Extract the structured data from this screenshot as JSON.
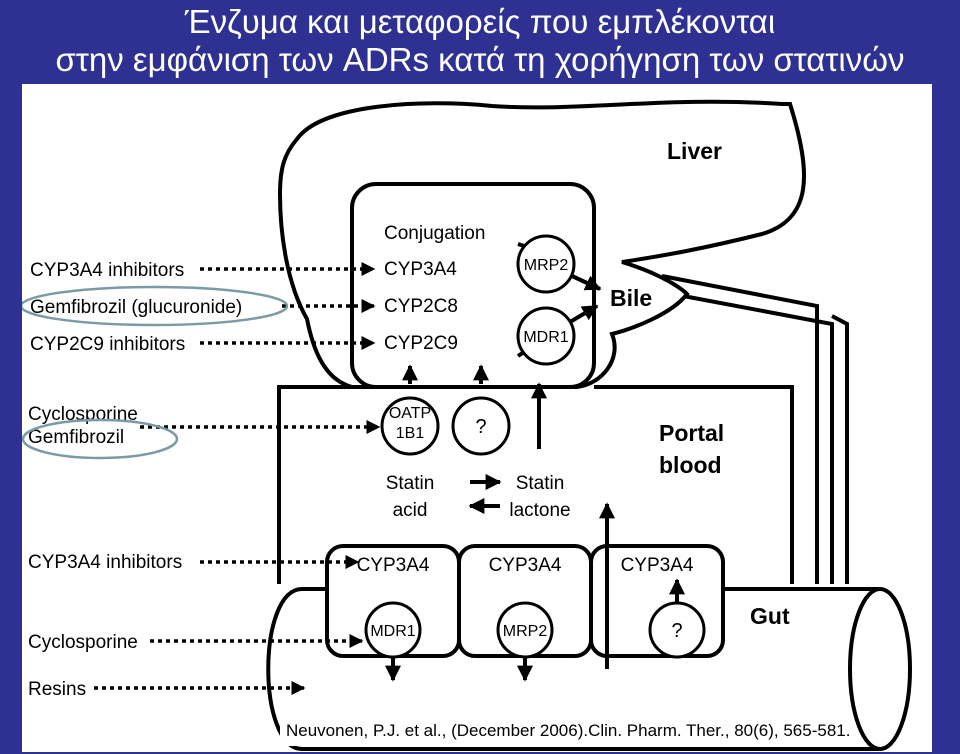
{
  "title": {
    "line1": "Ένζυμα και μεταφορείς που εμπλέκονται",
    "line2": "στην εμφάνιση των ADRs κατά τη χορήγηση των στατινών"
  },
  "diagram": {
    "regions": {
      "liver": "Liver",
      "bile": "Bile",
      "portal_blood_1": "Portal",
      "portal_blood_2": "blood",
      "gut": "Gut"
    },
    "liver_items": {
      "conjugation": "Conjugation",
      "cyp3a4": "CYP3A4",
      "cyp2c8": "CYP2C8",
      "cyp2c9": "CYP2C9"
    },
    "liver_transporters": {
      "mrp2": "MRP2",
      "mdr1": "MDR1"
    },
    "uptake": {
      "oatp_1": "OATP",
      "oatp_2": "1B1",
      "unknown": "?"
    },
    "statin": {
      "acid_1": "Statin",
      "acid_2": "acid",
      "lactone_1": "Statin",
      "lactone_2": "lactone"
    },
    "gut_items": {
      "cyp3a4_a": "CYP3A4",
      "cyp3a4_b": "CYP3A4",
      "cyp3a4_c": "CYP3A4",
      "mdr1": "MDR1",
      "mrp2": "MRP2",
      "unknown": "?"
    },
    "inhibitors": {
      "cyp3a4_liver": "CYP3A4 inhibitors",
      "gemfibrozil_glucuronide": "Gemfibrozil (glucuronide)",
      "cyp2c9": "CYP2C9 inhibitors",
      "cyclosporine_liver": "Cyclosporine",
      "gemfibrozil": "Gemfibrozil",
      "cyp3a4_gut": "CYP3A4 inhibitors",
      "cyclosporine_gut": "Cyclosporine",
      "resins": "Resins"
    },
    "highlight_color": "#7a9aa6"
  },
  "citation": "Neuvonen, P.J. et al., (December 2006).Clin. Pharm. Ther., 80(6), 565-581."
}
